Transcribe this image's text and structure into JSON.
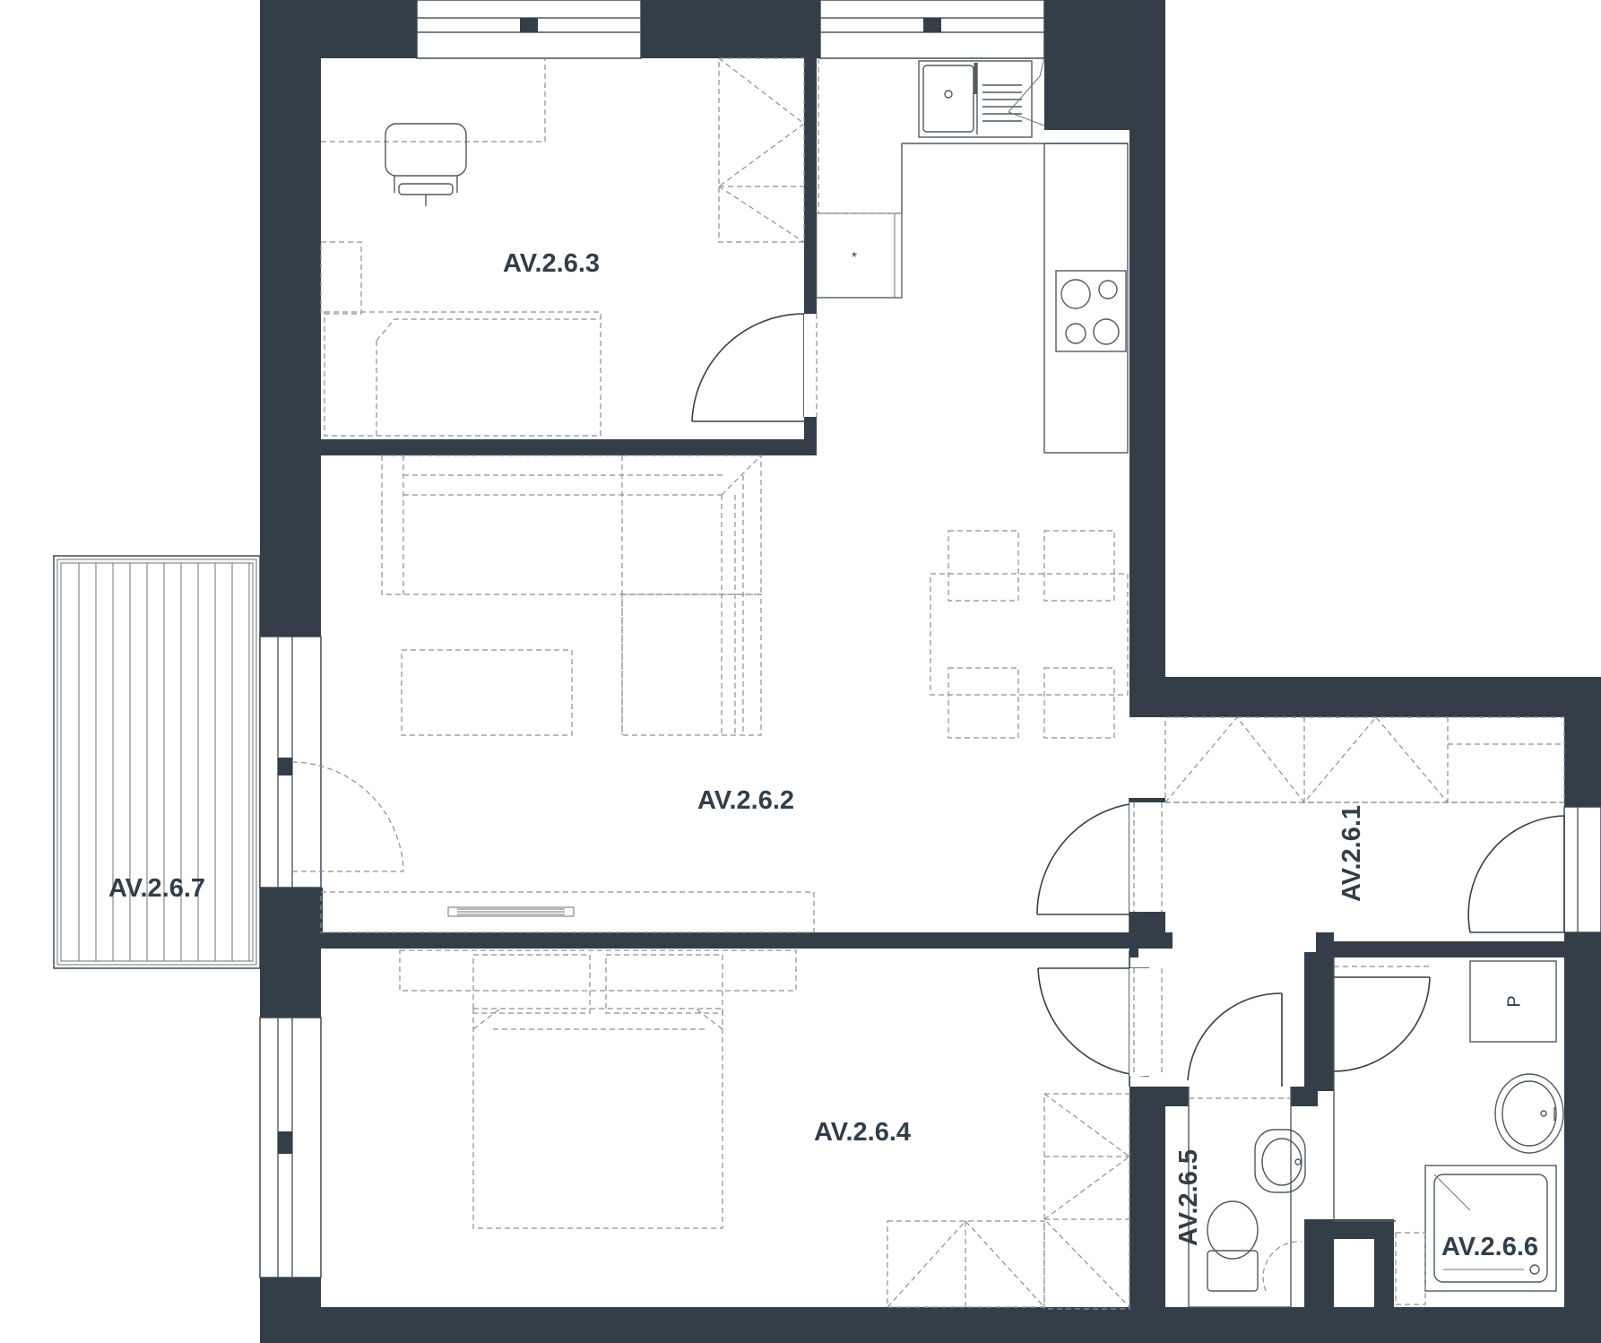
{
  "colors": {
    "wall": "#333E48",
    "label": "#333E48",
    "background": "#FFFFFF"
  },
  "rooms": [
    {
      "id": "r263",
      "label": "AV.2.6.3"
    },
    {
      "id": "r262",
      "label": "AV.2.6.2"
    },
    {
      "id": "r261",
      "label": "AV.2.6.1"
    },
    {
      "id": "r264",
      "label": "AV.2.6.4"
    },
    {
      "id": "r265",
      "label": "AV.2.6.5"
    },
    {
      "id": "r266",
      "label": "AV.2.6.6"
    },
    {
      "id": "r267",
      "label": "AV.2.6.7"
    }
  ],
  "symbols": {
    "cupboard_mark": "*",
    "p_mark": "P"
  }
}
